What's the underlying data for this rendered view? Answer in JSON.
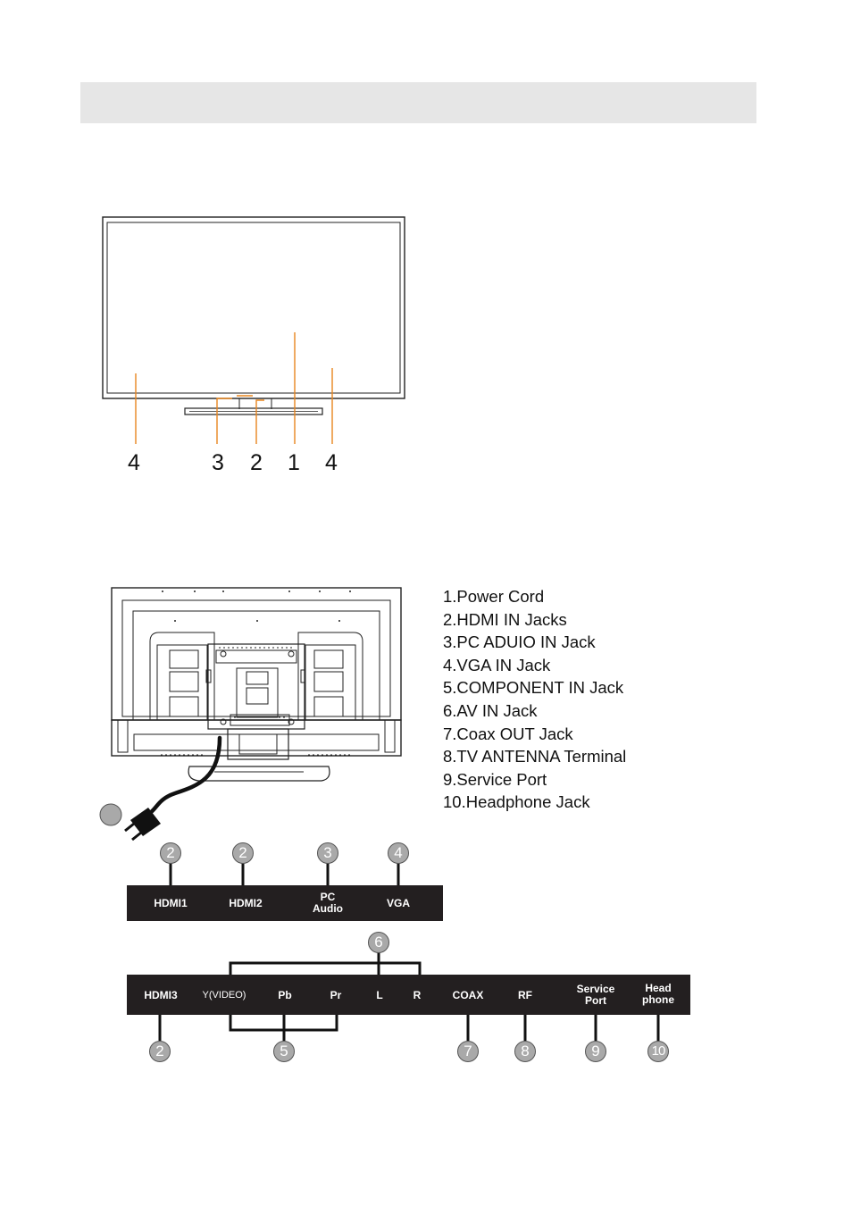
{
  "front_callouts": [
    "4",
    "3",
    "2",
    "1",
    "4"
  ],
  "parts_list": [
    "1.Power Cord",
    "2.HDMI IN Jacks",
    "3.PC ADUIO IN Jack",
    "4.VGA IN Jack",
    "5.COMPONENT IN Jack",
    "6.AV IN Jack",
    "7.Coax OUT Jack",
    "8.TV ANTENNA Terminal",
    "9.Service Port",
    "10.Headphone Jack"
  ],
  "panel_top": {
    "labels": [
      "HDMI1",
      "HDMI2",
      "PC\nAudio",
      "VGA"
    ],
    "badges": [
      "2",
      "2",
      "3",
      "4"
    ]
  },
  "panel_bottom": {
    "labels": [
      "HDMI3",
      "Y(VIDEO)",
      "Pb",
      "Pr",
      "L",
      "R",
      "COAX",
      "RF",
      "Service\nPort",
      "Head\nphone"
    ],
    "badge_av": "6",
    "badges": [
      "2",
      "5",
      "7",
      "8",
      "9",
      "10"
    ]
  },
  "colors": {
    "panel": "#231f20",
    "badge": "#a9a9a9",
    "header_bar": "#e6e6e6"
  }
}
